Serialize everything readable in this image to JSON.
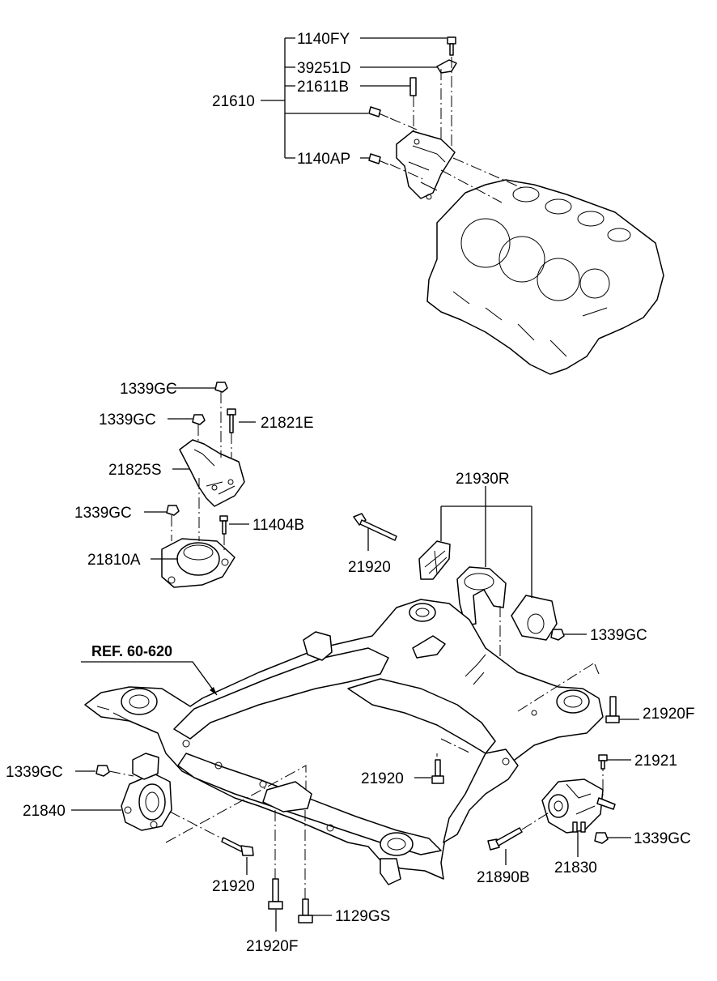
{
  "diagram": {
    "labels": {
      "p1140FY": "1140FY",
      "p39251D": "39251D",
      "p21611B": "21611B",
      "p21610": "21610",
      "p1140AP": "1140AP",
      "p1339GC_a": "1339GC",
      "p1339GC_b": "1339GC",
      "p21821E": "21821E",
      "p21825S": "21825S",
      "p1339GC_c": "1339GC",
      "p11404B": "11404B",
      "p21810A": "21810A",
      "p21930R": "21930R",
      "p21920_a": "21920",
      "p1339GC_d": "1339GC",
      "ref": "REF. 60-620",
      "p21920F_a": "21920F",
      "p21921": "21921",
      "p1339GC_e": "1339GC",
      "p21920_b": "21920",
      "p1339GC_f": "1339GC",
      "p21840": "21840",
      "p21920_c": "21920",
      "p21890B": "21890B",
      "p21830": "21830",
      "p1129GS": "1129GS",
      "p21920F_b": "21920F"
    }
  }
}
